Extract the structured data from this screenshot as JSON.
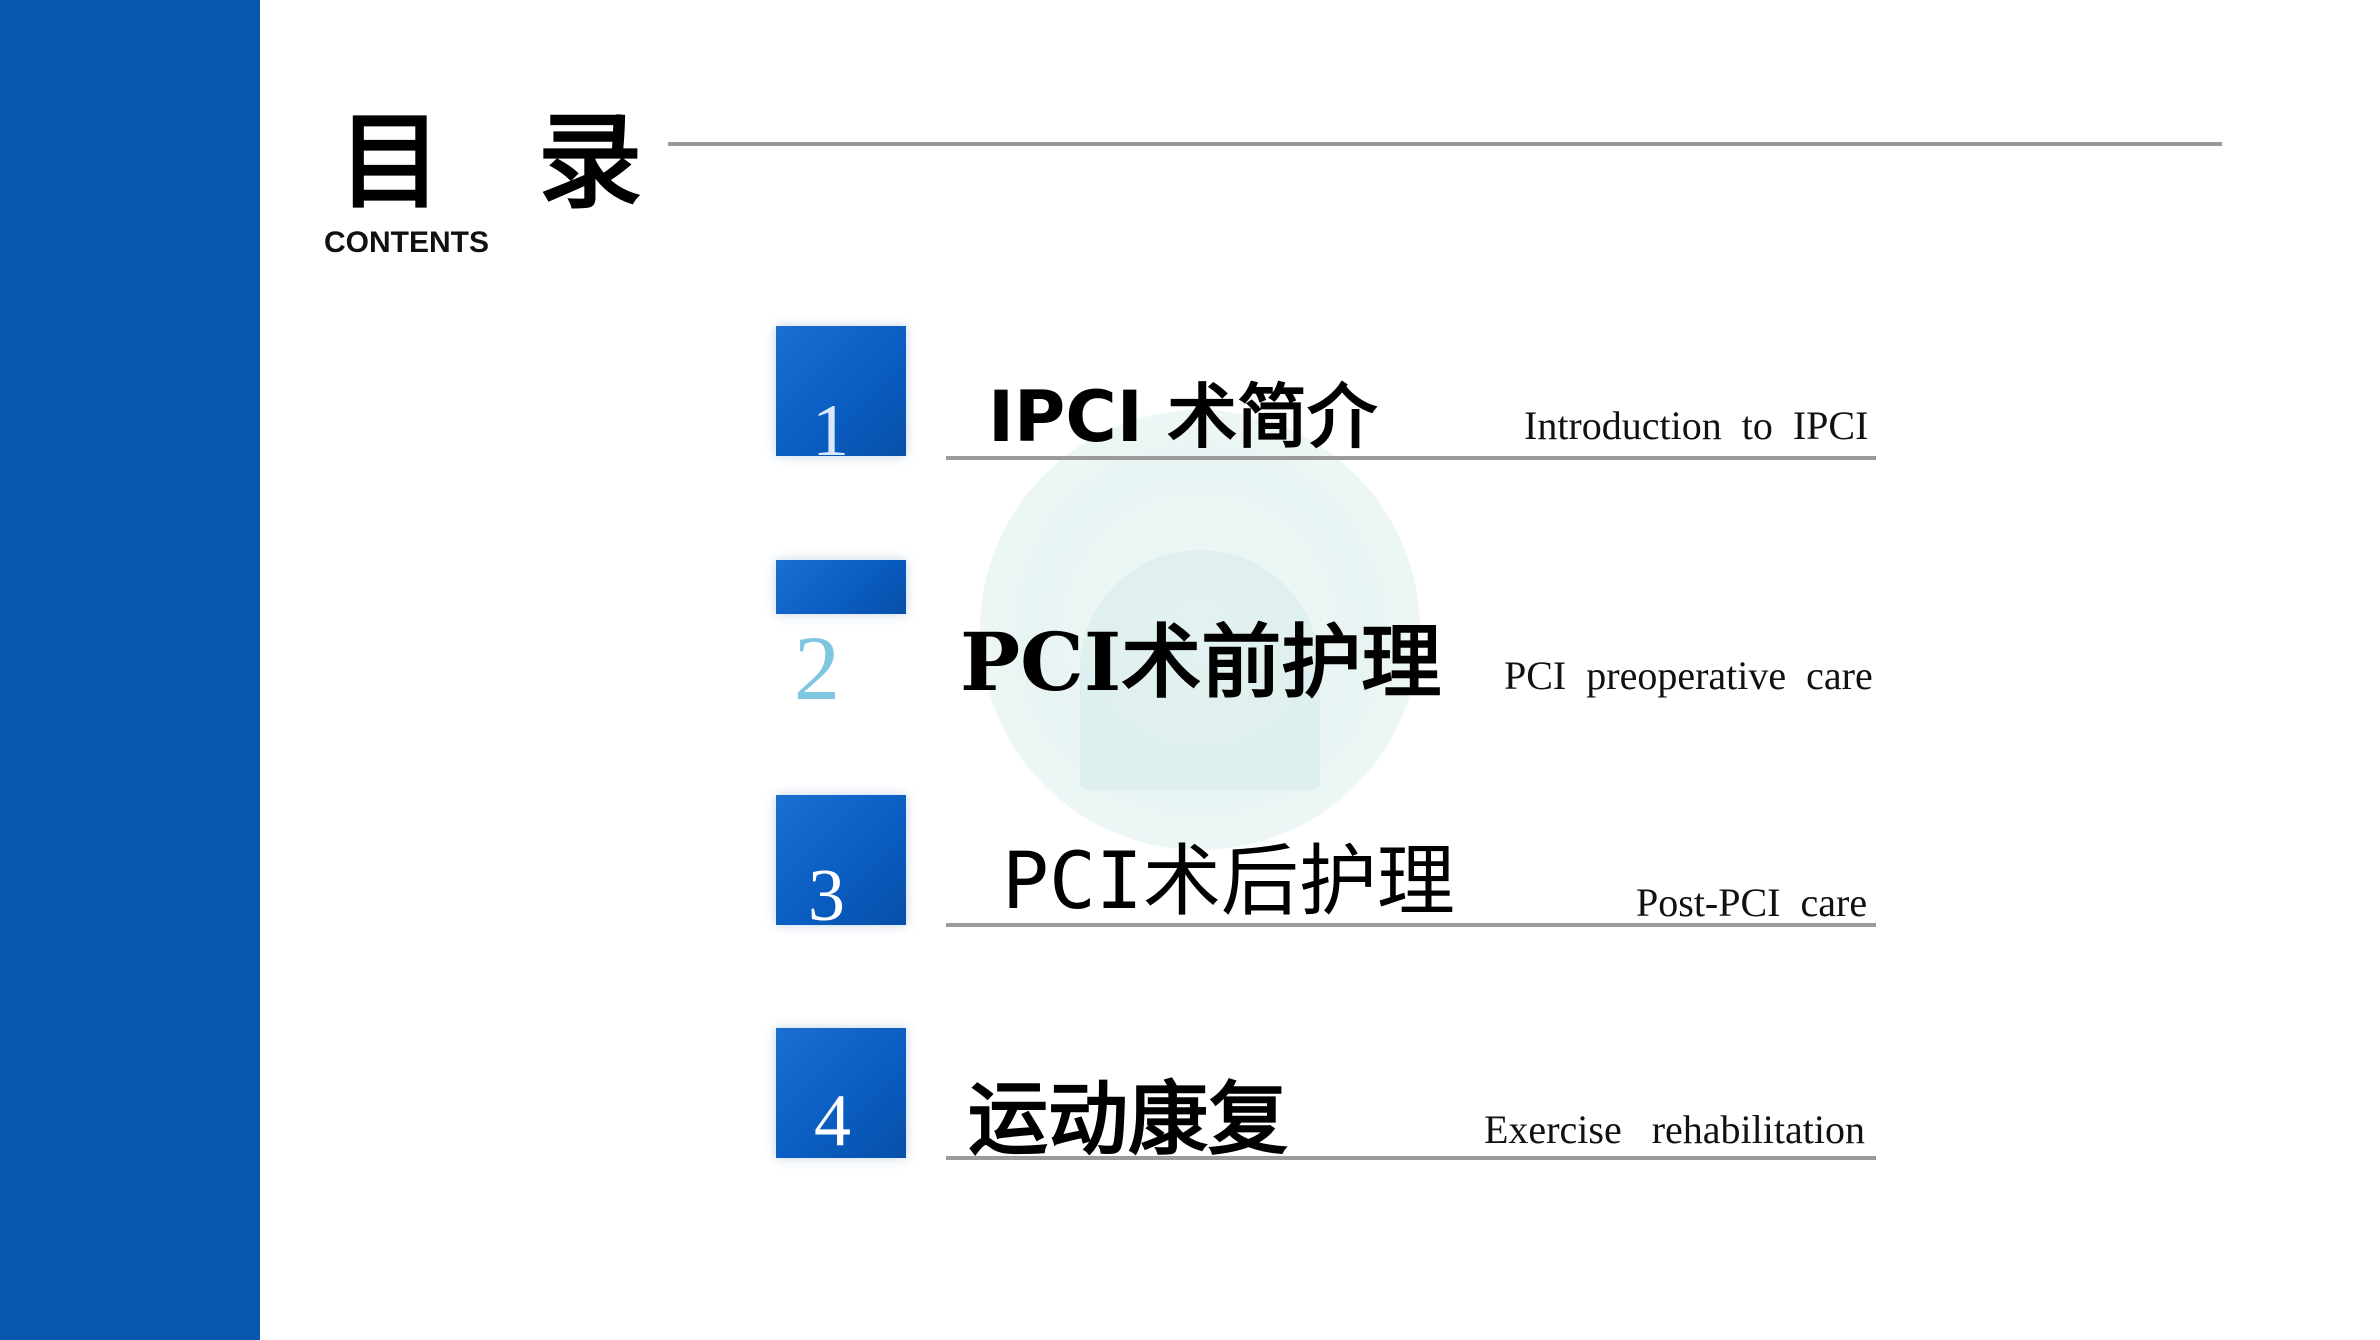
{
  "title": {
    "chinese": "目录",
    "english": "CONTENTS"
  },
  "colors": {
    "sidebar": "#0757b1",
    "number_box": "#0a5cc0",
    "number_outside": "#7fc7e0",
    "rule": "#9b9b9b"
  },
  "items": [
    {
      "number": "1",
      "chinese": "IPCI 术简介",
      "english": "Introduction  to  IPCI"
    },
    {
      "number": "2",
      "chinese": "PCI术前护理",
      "english": "PCI  preoperative  care"
    },
    {
      "number": "3",
      "chinese": "PCI术后护理",
      "english": "Post-PCI  care"
    },
    {
      "number": "4",
      "chinese": "运动康复",
      "english": "Exercise   rehabilitation"
    }
  ]
}
